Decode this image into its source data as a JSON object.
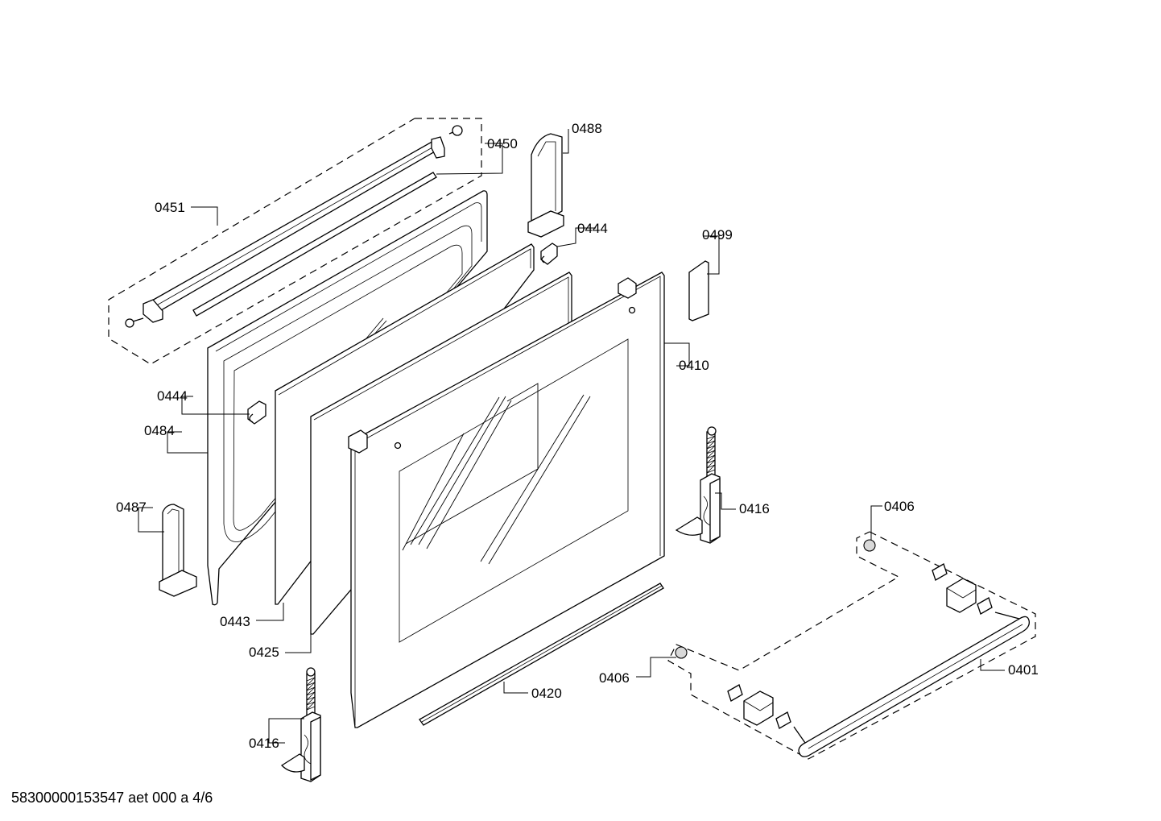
{
  "labels": {
    "p0451": "0451",
    "p0450": "0450",
    "p0488": "0488",
    "p0444_top": "0444",
    "p0499": "0499",
    "p0410": "0410",
    "p0444_left": "0444",
    "p0484": "0484",
    "p0487": "0487",
    "p0416_right": "0416",
    "p0406_top": "0406",
    "p0443": "0443",
    "p0425": "0425",
    "p0420": "0420",
    "p0406_bottom": "0406",
    "p0401": "0401",
    "p0416_bottom": "0416"
  },
  "footer": "58300000153547 aet 000 a 4/6"
}
